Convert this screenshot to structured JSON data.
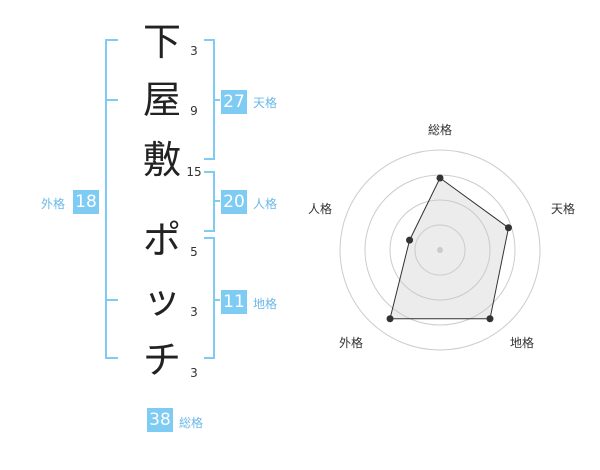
{
  "name": {
    "chars": [
      "下",
      "屋",
      "敷",
      "ポ",
      "ッ",
      "チ"
    ],
    "strokes": [
      "3",
      "9",
      "15",
      "5",
      "3",
      "3"
    ]
  },
  "kaku": {
    "tenkaku": {
      "value": "27",
      "label": "天格"
    },
    "jinkaku": {
      "value": "20",
      "label": "人格"
    },
    "chikaku": {
      "value": "11",
      "label": "地格"
    },
    "gaikaku": {
      "value": "18",
      "label": "外格"
    },
    "soukaku": {
      "value": "38",
      "label": "総格"
    }
  },
  "colors": {
    "accent": "#7ecbf4",
    "bracket": "#7ecbf4",
    "label": "#6ab8e8"
  },
  "chart_data": {
    "type": "radar",
    "axes": [
      "総格",
      "天格",
      "地格",
      "外格",
      "人格"
    ],
    "values": [
      0.72,
      0.72,
      0.85,
      0.85,
      0.32
    ],
    "range": [
      0,
      1
    ],
    "rings": 4,
    "grid": true
  }
}
